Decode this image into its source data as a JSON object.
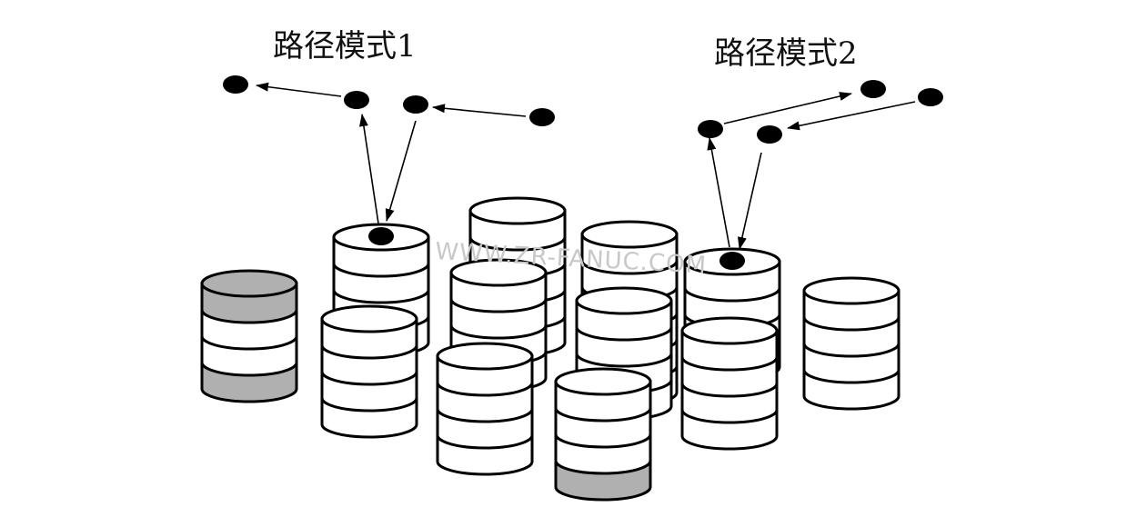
{
  "diagram": {
    "labels": {
      "mode1": "路径模式1",
      "mode2": "路径模式2"
    },
    "watermark": "WWW.ZR-FANUC.COM",
    "colors": {
      "stroke": "#000000",
      "disk_fill": "#ffffff",
      "disk_shaded": "#b0b0b0",
      "node": "#000000"
    }
  }
}
